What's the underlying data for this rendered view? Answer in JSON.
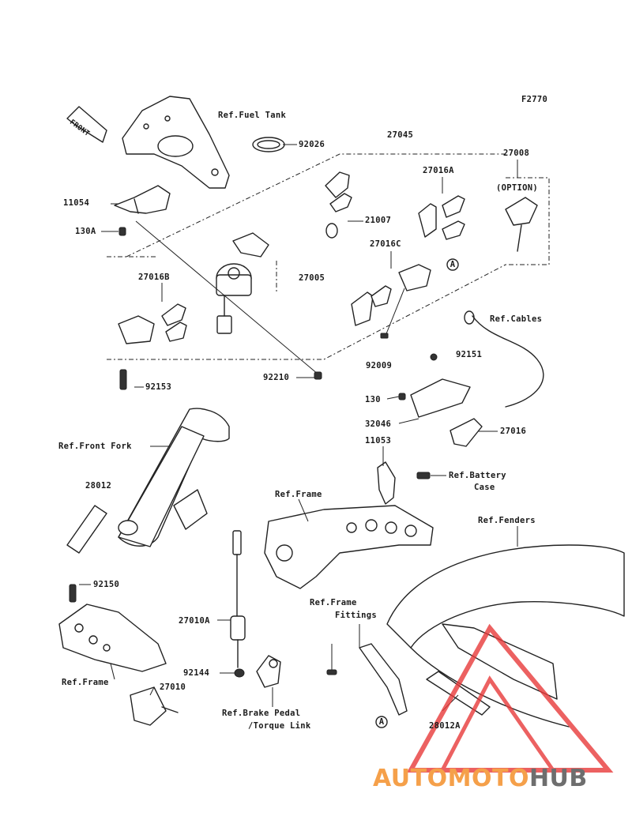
{
  "figure_code": "F2770",
  "labels": {
    "ref_fuel_tank": "Ref.Fuel Tank",
    "p92026": "92026",
    "p27045": "27045",
    "p27008": "27008",
    "option": "(OPTION)",
    "p27016A": "27016A",
    "p11054": "11054",
    "p130A": "130A",
    "p21007": "21007",
    "p27016C": "27016C",
    "p27005": "27005",
    "p27016B": "27016B",
    "circle_a": "A",
    "ref_cables": "Ref.Cables",
    "p92009": "92009",
    "p92151": "92151",
    "p92210": "92210",
    "p92153": "92153",
    "p130": "130",
    "p32046": "32046",
    "p27016": "27016",
    "p11053": "11053",
    "ref_front_fork": "Ref.Front Fork",
    "p28012": "28012",
    "ref_battery_case_1": "Ref.Battery",
    "ref_battery_case_2": "Case",
    "ref_frame_top": "Ref.Frame",
    "ref_fenders": "Ref.Fenders",
    "p92150": "92150",
    "p27010A": "27010A",
    "ref_frame_fittings_1": "Ref.Frame",
    "ref_frame_fittings_2": "Fittings",
    "p92144": "92144",
    "ref_frame_bottom": "Ref.Frame",
    "p27010": "27010",
    "ref_brake_pedal_1": "Ref.Brake Pedal",
    "ref_brake_pedal_2": "/Torque Link",
    "p28012A": "28012A",
    "circle_a2": "A",
    "front": "FRONT"
  },
  "watermark": {
    "part1": "AUTOMOTO",
    "part2": "HUB",
    "color1": "#f5a04a",
    "color2": "#6e6e6e",
    "triangle_color": "#e83a3a"
  }
}
